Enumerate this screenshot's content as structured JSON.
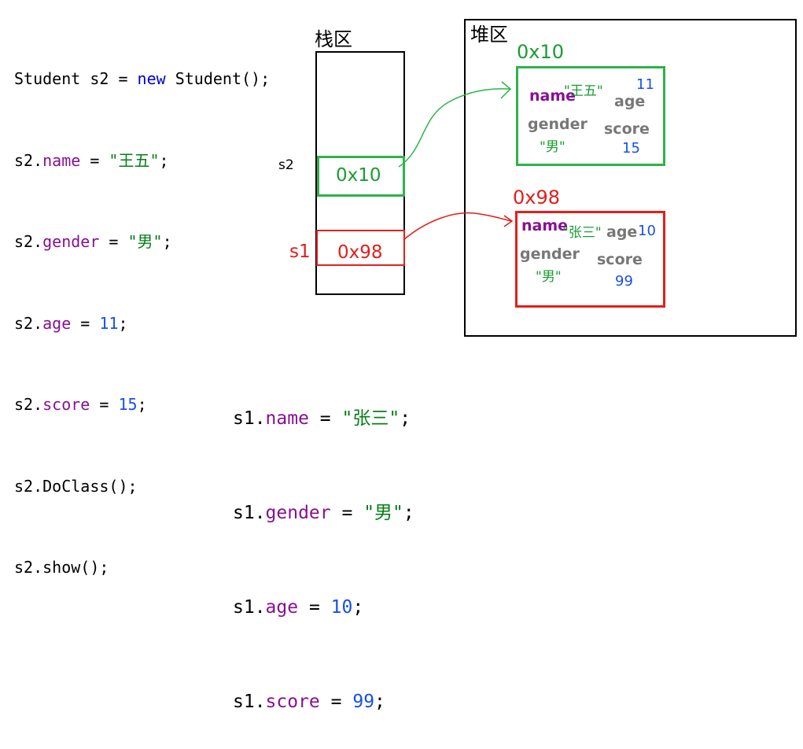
{
  "code_top": [
    {
      "obj": "Student s2 = ",
      "kw": "new",
      "rest": " Student();"
    },
    {
      "obj": "s2.",
      "prop": "name",
      "op": " = ",
      "str": "\"王五\"",
      "end": ";"
    },
    {
      "obj": "s2.",
      "prop": "gender",
      "op": " = ",
      "str": "\"男\"",
      "end": ";"
    },
    {
      "obj": "s2.",
      "prop": "age",
      "op": " = ",
      "num": "11",
      "end": ";"
    },
    {
      "obj": "s2.",
      "prop": "score",
      "op": " = ",
      "num": "15",
      "end": ";"
    },
    {
      "plain": "s2.DoClass();"
    },
    {
      "plain": "s2.show();"
    }
  ],
  "code_bottom": [
    {
      "obj": "s1.",
      "prop": "name",
      "op": " = ",
      "str": "\"张三\"",
      "end": ";"
    },
    {
      "obj": "s1.",
      "prop": "gender",
      "op": " = ",
      "str": "\"男\"",
      "end": ";"
    },
    {
      "obj": "s1.",
      "prop": "age",
      "op": " = ",
      "num": "10",
      "end": ";"
    },
    {
      "obj": "s1.",
      "prop": "score",
      "op": " = ",
      "num": "99",
      "end": ";"
    }
  ],
  "stack": {
    "title": "栈区",
    "s2": {
      "label": "s2",
      "value": "0x10"
    },
    "s1": {
      "label": "s1",
      "value": "0x98"
    }
  },
  "heap": {
    "title": "堆区",
    "object_1": {
      "address": "0x10",
      "name_key": "name",
      "name_val": "\"王五\"",
      "age_key": "age",
      "age_val": "11",
      "gender_key": "gender",
      "gender_val": "\"男\"",
      "score_key": "score",
      "score_val": "15"
    },
    "object_2": {
      "address": "0x98",
      "name_key": "name",
      "name_val": "\"张三\"",
      "age_key": "age",
      "age_val": "10",
      "gender_key": "gender",
      "gender_val": "\"男\"",
      "score_key": "score",
      "score_val": "99"
    }
  },
  "colors": {
    "green": "#2db34a",
    "red": "#e0201b",
    "keyword": "#0000d0",
    "property": "#871094",
    "string": "#067d17",
    "number": "#1750eb"
  }
}
